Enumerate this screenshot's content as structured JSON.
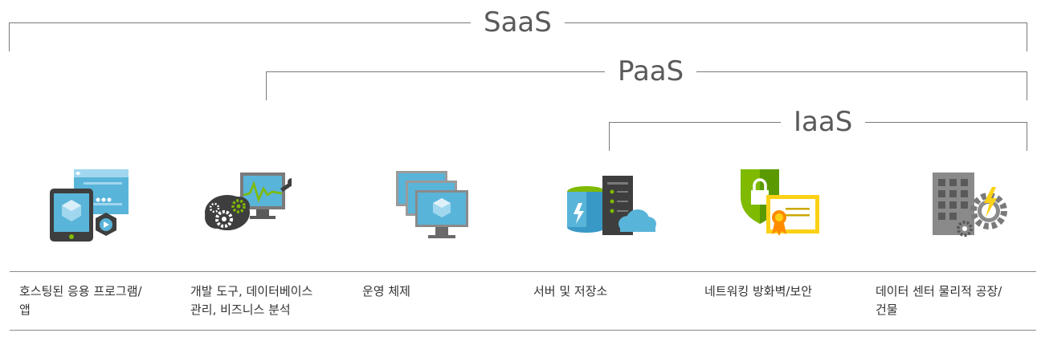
{
  "tiers": {
    "saas": "SaaS",
    "paas": "PaaS",
    "iaas": "IaaS"
  },
  "items": [
    {
      "label": "호스팅된 응용 프로그램/\n앱",
      "icon": "hosted-app-icon"
    },
    {
      "label": "개발 도구, 데이터베이스\n관리, 비즈니스 분석",
      "icon": "dev-tools-icon"
    },
    {
      "label": "운영 체제",
      "icon": "operating-system-icon"
    },
    {
      "label": "서버 및 저장소",
      "icon": "server-storage-icon"
    },
    {
      "label": "네트워킹 방화벽/보안",
      "icon": "firewall-security-icon"
    },
    {
      "label": "데이터 센터 물리적 공장/\n건물",
      "icon": "datacenter-building-icon"
    }
  ],
  "colors": {
    "blue_light": "#59b4d9",
    "blue_dark": "#3999c6",
    "monitor_gray": "#7a7a7a",
    "dark": "#3e3e3e",
    "green": "#7fba00",
    "yellow": "#fcd116",
    "orange": "#ff8c00"
  }
}
